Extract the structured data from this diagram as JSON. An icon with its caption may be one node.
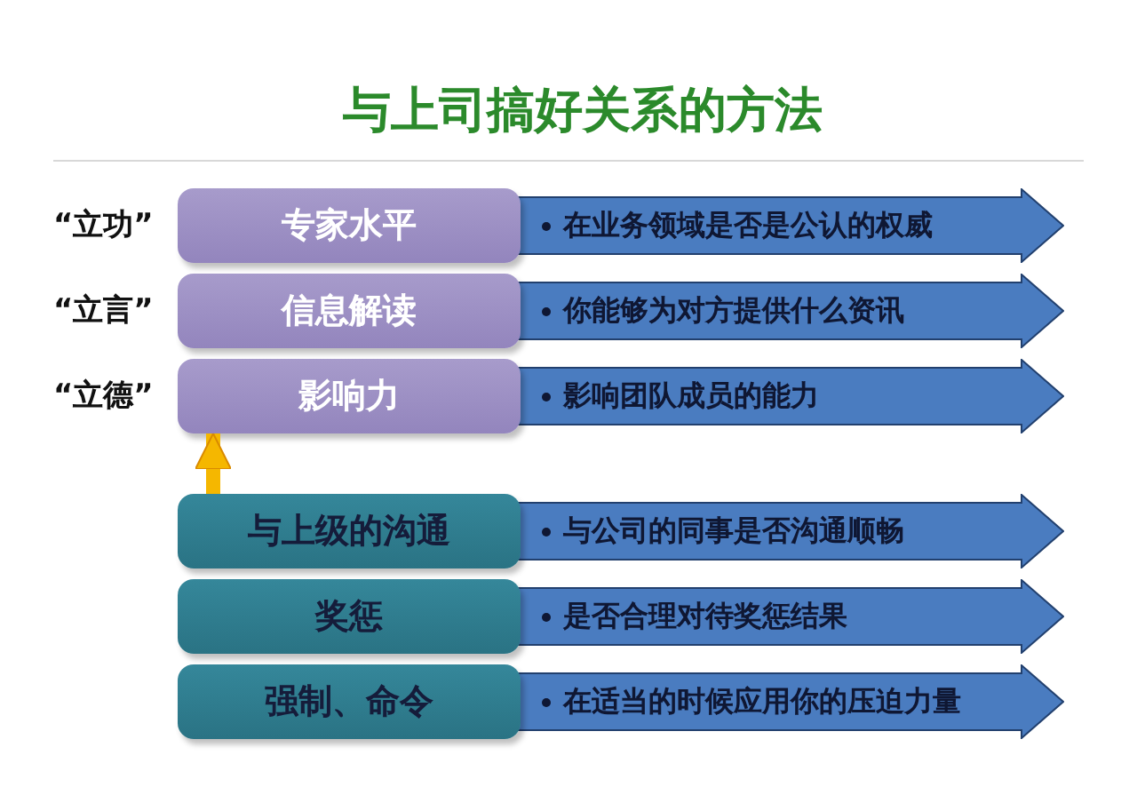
{
  "diagram": {
    "title": "与上司搞好关系的方法",
    "nodes": [
      {
        "text": [
          "专家水平"
        ],
        "beside": [
          "“立功”"
        ]
      },
      {
        "text": [
          "在业务领域是否是公认的权威"
        ]
      },
      {
        "text": [
          "信息解读"
        ],
        "beside": [
          "“立言”"
        ]
      },
      {
        "text": [
          "你能够为对方提供什么资讯"
        ]
      },
      {
        "text": [
          "影响力"
        ],
        "beside": [
          "“立德”"
        ]
      },
      {
        "text": [
          "影响团队成员的能力"
        ]
      },
      {
        "text": [
          "与上级的沟通"
        ]
      },
      {
        "text": [
          "与公司的同事是否沟通顺畅"
        ]
      },
      {
        "text": [
          "奖惩"
        ]
      },
      {
        "text": [
          "是否合理对待奖惩结果"
        ]
      },
      {
        "text": [
          "强制、命令"
        ]
      },
      {
        "text": [
          "在适当的时候应用你的压迫力量"
        ]
      }
    ],
    "edges": [
      {
        "from": 6,
        "to": 4,
        "arrow": "to",
        "color": "#f5b700"
      }
    ]
  }
}
